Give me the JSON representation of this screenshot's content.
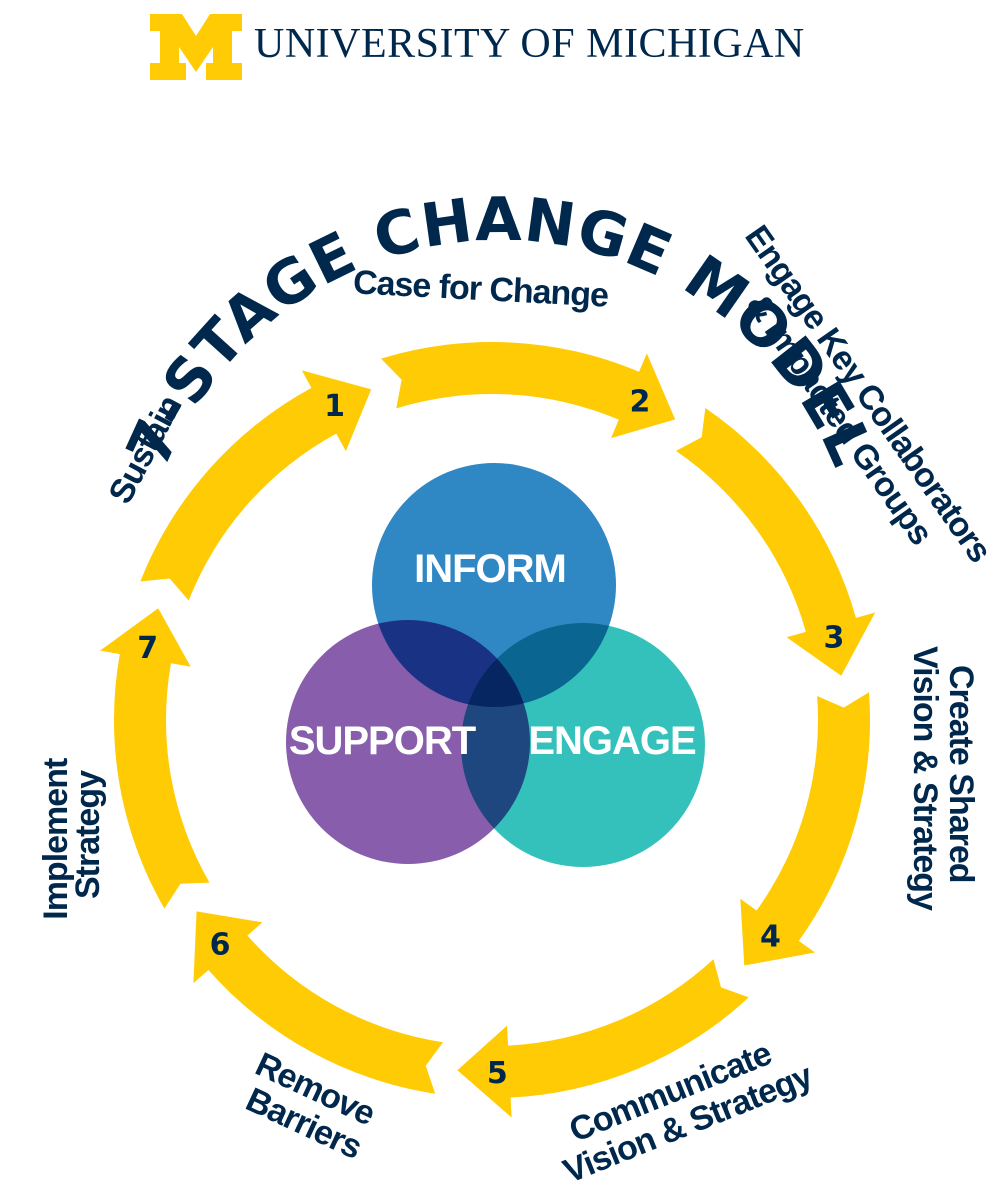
{
  "colors": {
    "maize": "#ffcb05",
    "navy": "#00274c",
    "inform": "#2f87c4",
    "engage": "#2ebfb9",
    "support": "#7b4da3"
  },
  "header": {
    "logo_icon": "block-m-logo",
    "wordmark": "UNIVERSITY OF MICHIGAN"
  },
  "title": "7-STAGE CHANGE MODEL",
  "stages": [
    {
      "number": "1",
      "label_lines": [
        "Case for Change"
      ]
    },
    {
      "number": "2",
      "label_lines": [
        "Engage Key Collaborators",
        "& Impacted Groups"
      ]
    },
    {
      "number": "3",
      "label_lines": [
        "Create Shared",
        "Vision & Strategy"
      ]
    },
    {
      "number": "4",
      "label_lines": [
        "Communicate",
        "Vision & Strategy"
      ]
    },
    {
      "number": "5",
      "label_lines": [
        "Remove",
        "Barriers"
      ]
    },
    {
      "number": "6",
      "label_lines": [
        "Implement",
        "Strategy"
      ]
    },
    {
      "number": "7",
      "label_lines": [
        "Sustain"
      ]
    }
  ],
  "circles": [
    {
      "label": "INFORM"
    },
    {
      "label": "SUPPORT"
    },
    {
      "label": "ENGAGE"
    }
  ]
}
